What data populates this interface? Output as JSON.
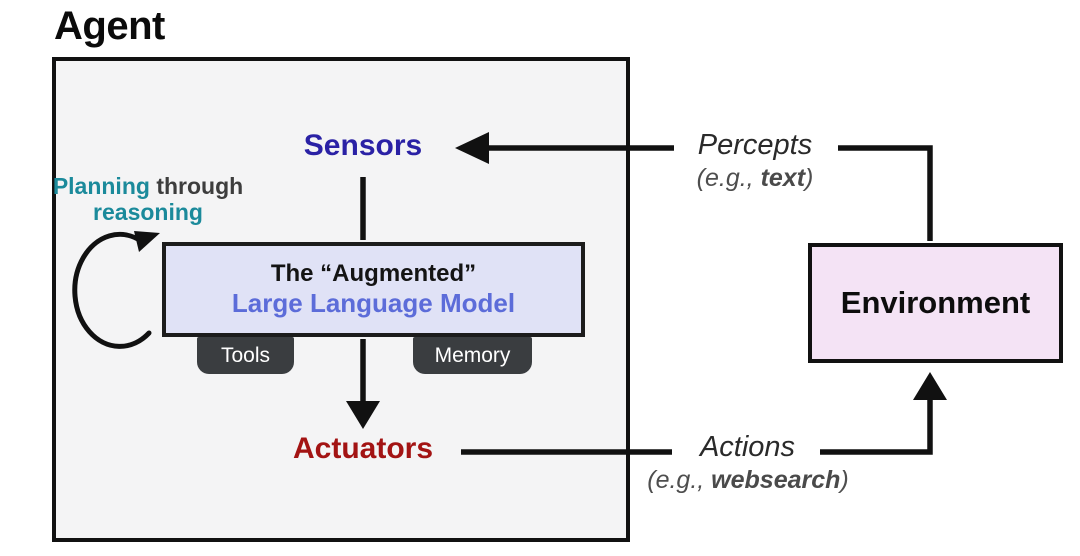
{
  "title": "Agent",
  "agent": {
    "planning": {
      "highlight1": "Planning",
      "rest1": " through",
      "line2": "reasoning"
    },
    "sensors": "Sensors",
    "actuators": "Actuators",
    "llm": {
      "line1": "The “Augmented”",
      "line2": "Large Language Model"
    },
    "tabs": {
      "tools": "Tools",
      "memory": "Memory"
    }
  },
  "environment": {
    "label": "Environment"
  },
  "percepts": {
    "label": "Percepts",
    "eg_prefix": "(e.g., ",
    "eg_bold": "text",
    "eg_suffix": ")"
  },
  "actions": {
    "label": "Actions",
    "eg_prefix": "(e.g., ",
    "eg_bold": "websearch",
    "eg_suffix": ")"
  },
  "icons": {
    "loop": "circular-loop-arrow",
    "percepts_arrow": "arrowhead-left",
    "llm_output_arrow": "arrowhead-down",
    "actions_arrow": "arrowhead-up"
  },
  "colors": {
    "line": "#111111",
    "agent_box_fill": "#f4f4f5",
    "environment_box_fill": "#f4e3f5",
    "llm_box_fill": "#e0e2f6",
    "llm_line2_text": "#5c6cd9",
    "tab_fill": "#3a3d40",
    "sensors_text": "#2a21a5",
    "actuators_text": "#a31313",
    "planning_text": "#1b8a9b"
  }
}
